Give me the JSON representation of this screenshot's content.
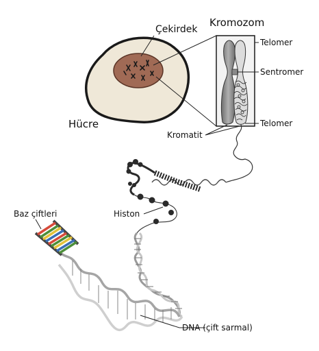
{
  "labels": {
    "cell": "Hücre",
    "nucleus": "Çekirdek",
    "chromosome": "Kromozom",
    "telomere_top": "Telomer",
    "centromere": "Sentromer",
    "telomere_bottom": "Telomer",
    "chromatid": "Kromatit",
    "histone": "Histon",
    "base_pairs": "Baz çiftleri",
    "dna": "DNA (çift sarmal)"
  },
  "colors": {
    "cell_fill": "#efe8d8",
    "cell_outline": "#1a1a1a",
    "nucleus_fill": "#a06a55",
    "chromatid_fill": "#8c8c8c",
    "dna_strand": "#b8b8b8",
    "base_pair_colors": [
      "#d64a3a",
      "#4d8f3a",
      "#e3c23a",
      "#3a6fb5"
    ]
  }
}
